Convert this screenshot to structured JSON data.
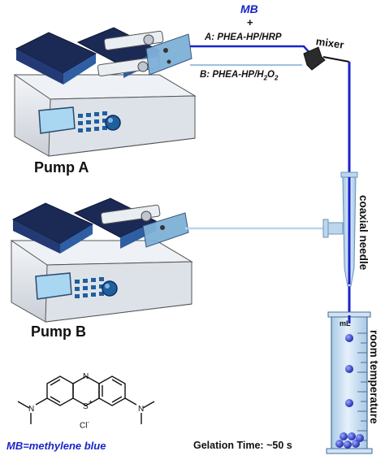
{
  "labels": {
    "mb": "MB",
    "plus": "+",
    "line_a": "A: PHEA-HP/HRP",
    "line_b_main": "B: PHEA-HP/H",
    "line_b_sub1": "2",
    "line_b_mid": "O",
    "line_b_sub2": "2",
    "mixer": "mixer",
    "pump_a": "Pump A",
    "pump_b": "Pump B",
    "coaxial_needle": "coaxial needle",
    "room_temperature": "room temperature",
    "ml": "mL",
    "gelation_time": "Gelation Time: ~50 s",
    "mb_definition": "MB=methylene blue",
    "chloride": "Cl",
    "chloride_charge": "-",
    "sulfur": "S",
    "sulfur_charge": "+",
    "nitrogen_ring": "N",
    "nitrogen_left": "N",
    "nitrogen_right": "N"
  },
  "colors": {
    "pump_body": "#e2e6ec",
    "pump_dark": "#1b2a55",
    "pump_blue": "#2f5ea3",
    "screen": "#a9d6f0",
    "key": "#1f5f9e",
    "tubing_a": "#1a24c8",
    "tubing_b": "#b8d4ef",
    "syringe_plate": "#7fb0d8",
    "needle": "#bcd7ec",
    "gel_bead": "#2a3cc0",
    "cylinder": "#cfe3f4",
    "mb_text": "#1a24c8"
  }
}
